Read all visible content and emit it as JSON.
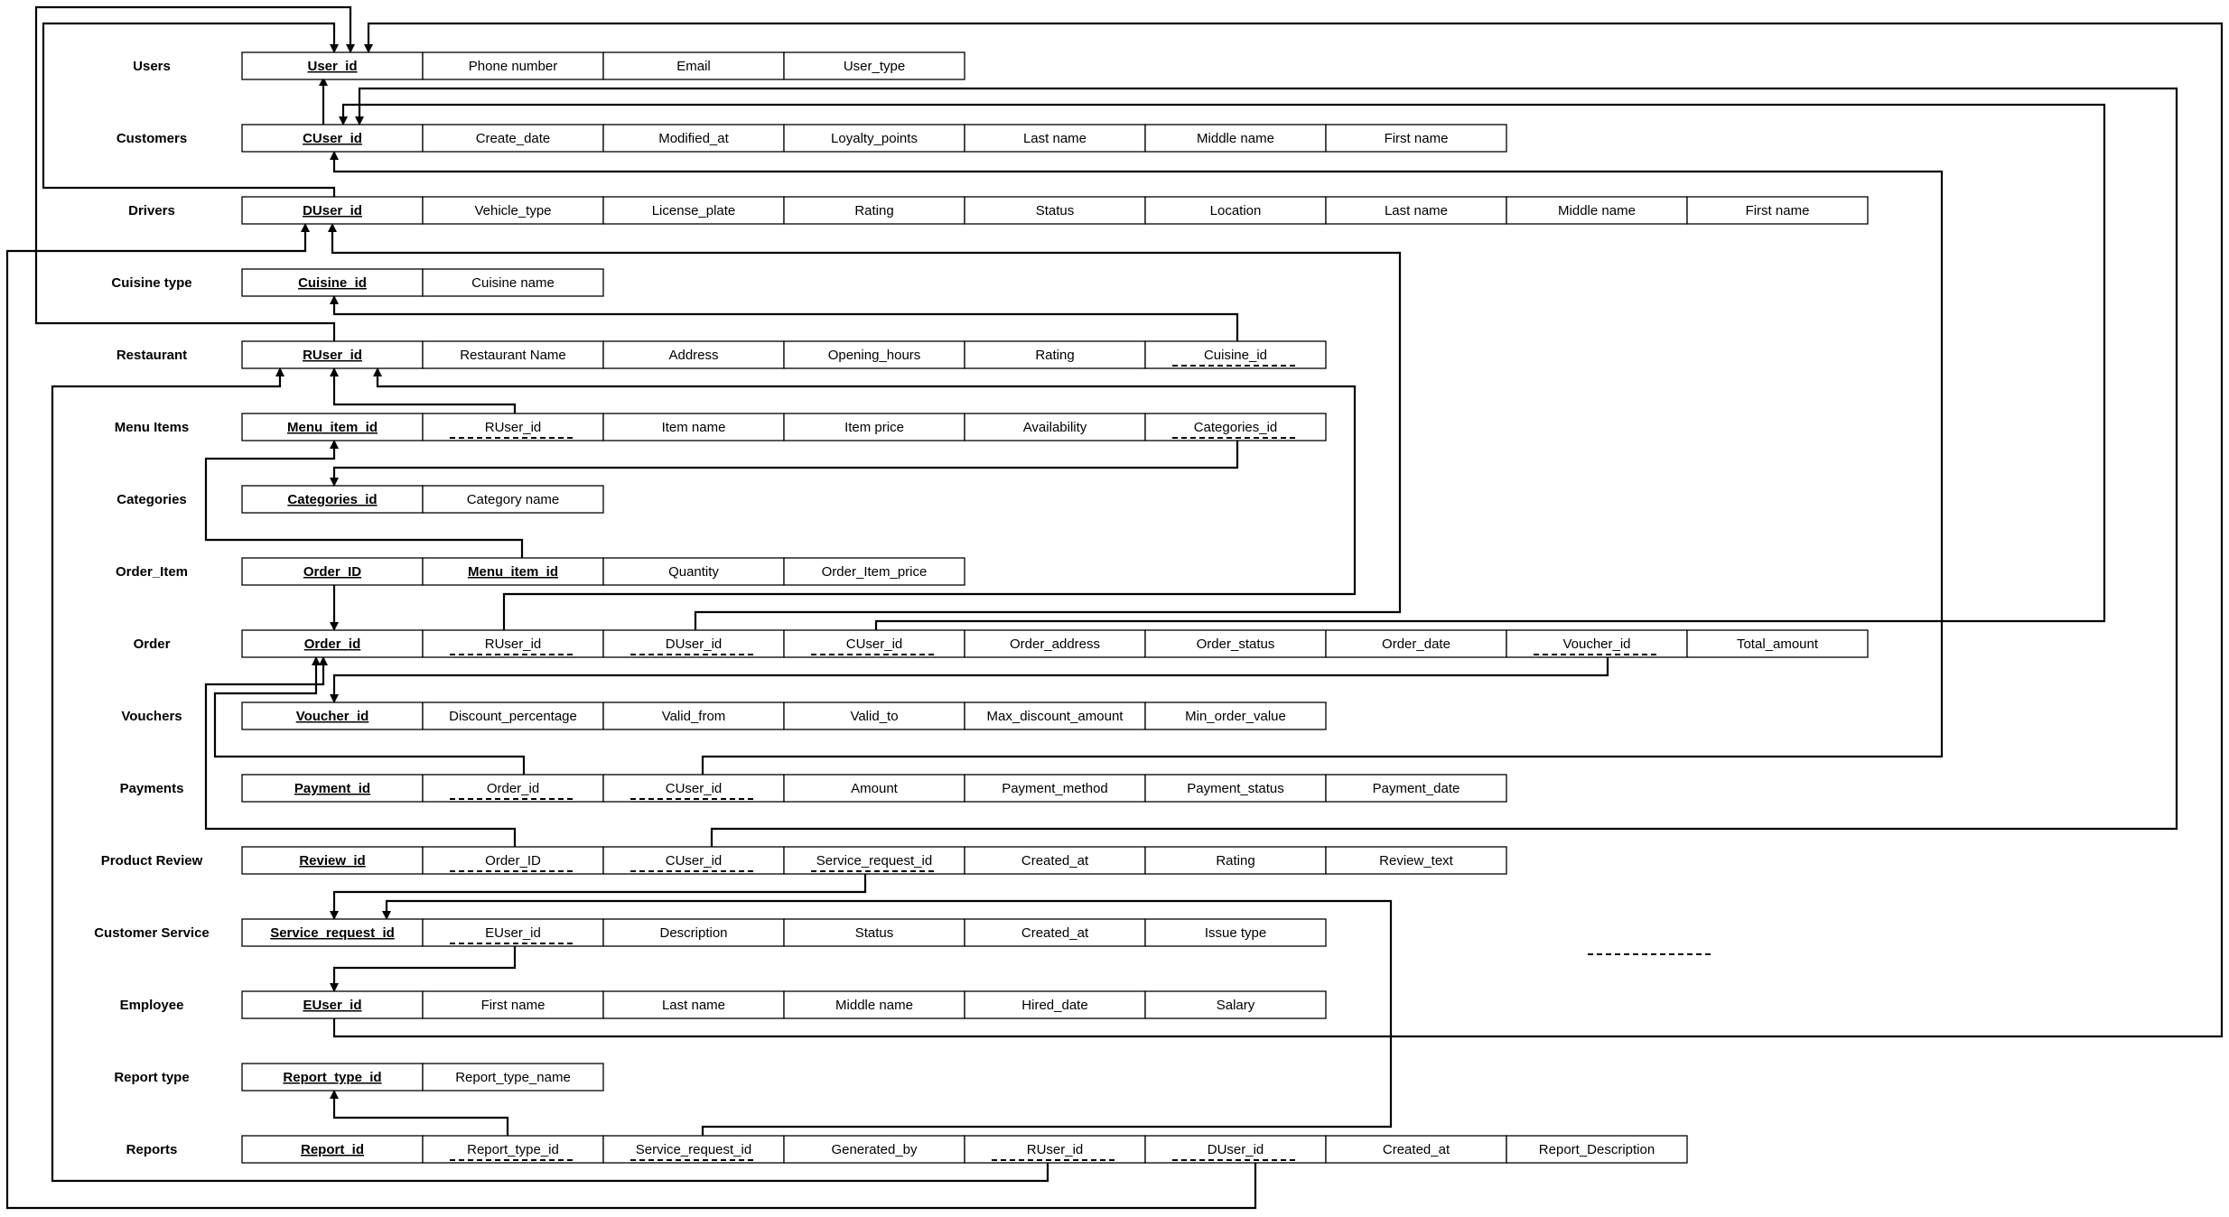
{
  "entities": [
    {
      "name": "Users",
      "attributes": [
        "User_id",
        "Phone number",
        "Email",
        "User_type"
      ],
      "pk": [
        0
      ],
      "fk": []
    },
    {
      "name": "Customers",
      "attributes": [
        "CUser_id",
        "Create_date",
        "Modified_at",
        "Loyalty_points",
        "Last name",
        "Middle name",
        "First name"
      ],
      "pk": [
        0
      ],
      "fk": []
    },
    {
      "name": "Drivers",
      "attributes": [
        "DUser_id",
        "Vehicle_type",
        "License_plate",
        "Rating",
        "Status",
        "Location",
        "Last name",
        "Middle name",
        "First name"
      ],
      "pk": [
        0
      ],
      "fk": []
    },
    {
      "name": "Cuisine type",
      "attributes": [
        "Cuisine_id",
        "Cuisine name"
      ],
      "pk": [
        0
      ],
      "fk": []
    },
    {
      "name": "Restaurant",
      "attributes": [
        "RUser_id",
        "Restaurant Name",
        "Address",
        "Opening_hours",
        "Rating",
        "Cuisine_id"
      ],
      "pk": [
        0
      ],
      "fk": [
        5
      ]
    },
    {
      "name": "Menu Items",
      "attributes": [
        "Menu_item_id",
        "RUser_id",
        "Item name",
        "Item price",
        "Availability",
        "Categories_id"
      ],
      "pk": [
        0
      ],
      "fk": [
        1,
        5
      ]
    },
    {
      "name": "Categories",
      "attributes": [
        "Categories_id",
        "Category name"
      ],
      "pk": [
        0
      ],
      "fk": []
    },
    {
      "name": "Order_Item",
      "attributes": [
        "Order_ID",
        "Menu_item_id",
        "Quantity",
        "Order_Item_price"
      ],
      "pk": [
        0,
        1
      ],
      "fk": []
    },
    {
      "name": "Order",
      "attributes": [
        "Order_id",
        "RUser_id",
        "DUser_id",
        "CUser_id",
        "Order_address",
        "Order_status",
        "Order_date",
        "Voucher_id",
        "Total_amount"
      ],
      "pk": [
        0
      ],
      "fk": [
        1,
        2,
        3,
        7
      ]
    },
    {
      "name": "Vouchers",
      "attributes": [
        "Voucher_id",
        "Discount_percentage",
        "Valid_from",
        "Valid_to",
        "Max_discount_amount",
        "Min_order_value"
      ],
      "pk": [
        0
      ],
      "fk": []
    },
    {
      "name": "Payments",
      "attributes": [
        "Payment_id",
        "Order_id",
        "CUser_id",
        "Amount",
        "Payment_method",
        "Payment_status",
        "Payment_date"
      ],
      "pk": [
        0
      ],
      "fk": [
        1,
        2
      ]
    },
    {
      "name": "Product Review",
      "attributes": [
        "Review_id",
        "Order_ID",
        "CUser_id",
        "Service_request_id",
        "Created_at",
        "Rating",
        "Review_text"
      ],
      "pk": [
        0
      ],
      "fk": [
        1,
        2,
        3
      ]
    },
    {
      "name": "Customer Service",
      "attributes": [
        "Service_request_id",
        "EUser_id",
        "Description",
        "Status",
        "Created_at",
        "Issue type"
      ],
      "pk": [
        0
      ],
      "fk": [
        1
      ]
    },
    {
      "name": "Employee",
      "attributes": [
        "EUser_id",
        "First name",
        "Last name",
        "Middle name",
        "Hired_date",
        "Salary"
      ],
      "pk": [
        0
      ],
      "fk": []
    },
    {
      "name": "Report type",
      "attributes": [
        "Report_type_id",
        "Report_type_name"
      ],
      "pk": [
        0
      ],
      "fk": []
    },
    {
      "name": "Reports",
      "attributes": [
        "Report_id",
        "Report_type_id",
        "Service_request_id",
        "Generated_by",
        "RUser_id",
        "DUser_id",
        "Created_at",
        "Report_Description"
      ],
      "pk": [
        0
      ],
      "fk": [
        1,
        2,
        4,
        5
      ]
    }
  ]
}
